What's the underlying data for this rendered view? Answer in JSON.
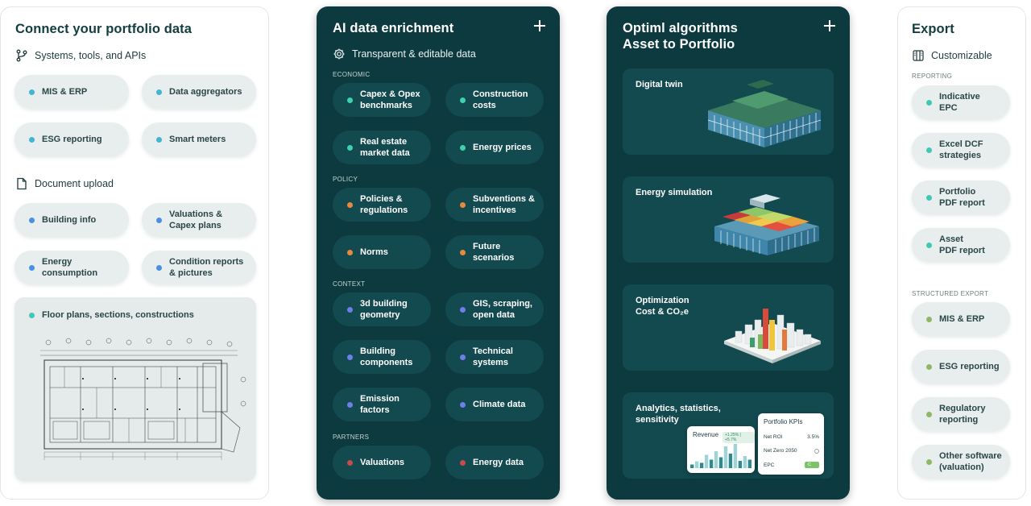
{
  "connect": {
    "title": "Connect your portfolio data",
    "systems_head": "Systems, tools, and APIs",
    "systems_items": [
      {
        "label": "MIS & ERP",
        "dot": "#41b6cf"
      },
      {
        "label": "Data aggregators",
        "dot": "#41b6cf"
      },
      {
        "label": "ESG reporting",
        "dot": "#41b6cf"
      },
      {
        "label": "Smart meters",
        "dot": "#41b6cf"
      }
    ],
    "upload_head": "Document upload",
    "upload_items": [
      {
        "label": "Building info",
        "dot": "#4a90e2"
      },
      {
        "label": "Valuations &\nCapex plans",
        "dot": "#4a90e2"
      },
      {
        "label": "Energy\nconsumption",
        "dot": "#4a90e2"
      },
      {
        "label": "Condition reports\n& pictures",
        "dot": "#4a90e2"
      }
    ],
    "floor_label": "Floor plans, sections, constructions",
    "floor_dot": "#3dc9b6"
  },
  "enrich": {
    "title": "AI data enrichment",
    "sub_head": "Transparent & editable data",
    "sections": [
      {
        "name": "ECONOMIC",
        "items": [
          {
            "label": "Capex & Opex\nbenchmarks",
            "dot": "#3ed1b0"
          },
          {
            "label": "Construction\ncosts",
            "dot": "#3ed1b0"
          },
          {
            "label": "Real estate\nmarket data",
            "dot": "#3ed1b0"
          },
          {
            "label": "Energy prices",
            "dot": "#3ed1b0"
          }
        ]
      },
      {
        "name": "POLICY",
        "items": [
          {
            "label": "Policies &\nregulations",
            "dot": "#e88a3c"
          },
          {
            "label": "Subventions &\nincentives",
            "dot": "#e88a3c"
          },
          {
            "label": "Norms",
            "dot": "#e88a3c"
          },
          {
            "label": "Future\nscenarios",
            "dot": "#e88a3c"
          }
        ]
      },
      {
        "name": "CONTEXT",
        "items": [
          {
            "label": "3d building\ngeometry",
            "dot": "#6f7fe8"
          },
          {
            "label": "GIS, scraping,\nopen data",
            "dot": "#6f7fe8"
          },
          {
            "label": "Building\ncomponents",
            "dot": "#6f7fe8"
          },
          {
            "label": "Technical\nsystems",
            "dot": "#6f7fe8"
          },
          {
            "label": "Emission\nfactors",
            "dot": "#6f7fe8"
          },
          {
            "label": "Climate data",
            "dot": "#6f7fe8"
          }
        ]
      },
      {
        "name": "PARTNERS",
        "items": [
          {
            "label": "Valuations",
            "dot": "#c94a4a"
          },
          {
            "label": "Energy data",
            "dot": "#c94a4a"
          }
        ]
      }
    ]
  },
  "optiml": {
    "title": "Optiml algorithms\nAsset to Portfolio",
    "features": [
      {
        "label": "Digital twin"
      },
      {
        "label": "Energy simulation"
      },
      {
        "label": "Optimization\nCost & CO₂e"
      },
      {
        "label": "Analytics, statistics,\nsensitivity"
      }
    ],
    "revenue": {
      "title": "Revenue",
      "badge": "+1.25% | +5.7%",
      "bars": [
        0.15,
        0.28,
        0.22,
        0.55,
        0.35,
        0.7,
        0.45,
        0.9,
        0.6,
        1.0,
        0.3,
        0.5,
        0.35
      ]
    },
    "kpis": {
      "title": "Portfolio KPIs",
      "rows": [
        {
          "name": "Net ROI",
          "value": "3.5%"
        },
        {
          "name": "Net Zero 2050",
          "value": ""
        },
        {
          "name": "EPC",
          "value": "C"
        }
      ]
    }
  },
  "export": {
    "title": "Export",
    "sub_head": "Customizable",
    "reporting_label": "REPORTING",
    "reporting_items": [
      {
        "label": "Indicative\nEPC",
        "dot": "#3dc9b6"
      },
      {
        "label": "Excel DCF\nstrategies",
        "dot": "#3dc9b6"
      },
      {
        "label": "Portfolio\nPDF report",
        "dot": "#3dc9b6"
      },
      {
        "label": "Asset\nPDF report",
        "dot": "#3dc9b6"
      }
    ],
    "structured_label": "STRUCTURED EXPORT",
    "structured_items": [
      {
        "label": "MIS & ERP",
        "dot": "#8fb866"
      },
      {
        "label": "ESG reporting",
        "dot": "#8fb866"
      },
      {
        "label": "Regulatory\nreporting",
        "dot": "#8fb866"
      },
      {
        "label": "Other software\n(valuation)",
        "dot": "#8fb866"
      }
    ]
  },
  "colors": {
    "dark_bg": "#0d3a3f",
    "dark_pill": "#124a50",
    "light_pill": "#e8eeed"
  }
}
